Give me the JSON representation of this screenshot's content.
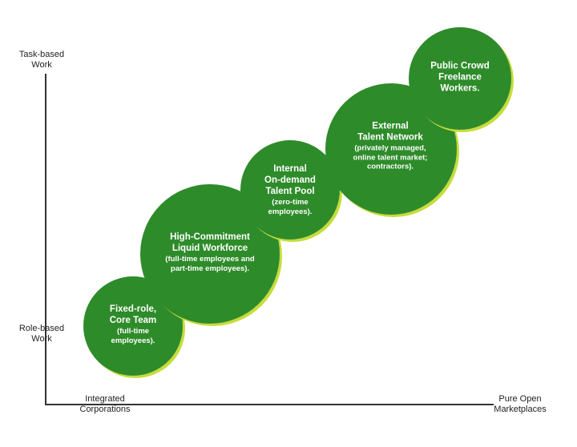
{
  "axes": {
    "y_top": "Task-based\nWork",
    "y_bottom": "Role-based\nWork",
    "x_left": "Integrated\nCorporations",
    "x_right": "Pure Open\nMarketplaces"
  },
  "colors": {
    "circle_fill": "#2E8B2A",
    "circle_edge_dark": "#1f6f1d",
    "shadow_blue": "#2a8fd4",
    "shadow_yellow": "#c7dc3a",
    "axis": "#333333"
  },
  "circles": [
    {
      "title": "Fixed-role,\nCore Team",
      "sub": "(full-time\nemployees)."
    },
    {
      "title": "High-Commitment\nLiquid Workforce",
      "sub": "(full-time employees and\npart-time employees)."
    },
    {
      "title": "Internal\nOn-demand\nTalent Pool",
      "sub": "(zero-time\nemployees)."
    },
    {
      "title": "External\nTalent Network",
      "sub": "(privately managed,\nonline talent market;\ncontractors)."
    },
    {
      "title": "Public Crowd\nFreelance\nWorkers.",
      "sub": ""
    }
  ]
}
